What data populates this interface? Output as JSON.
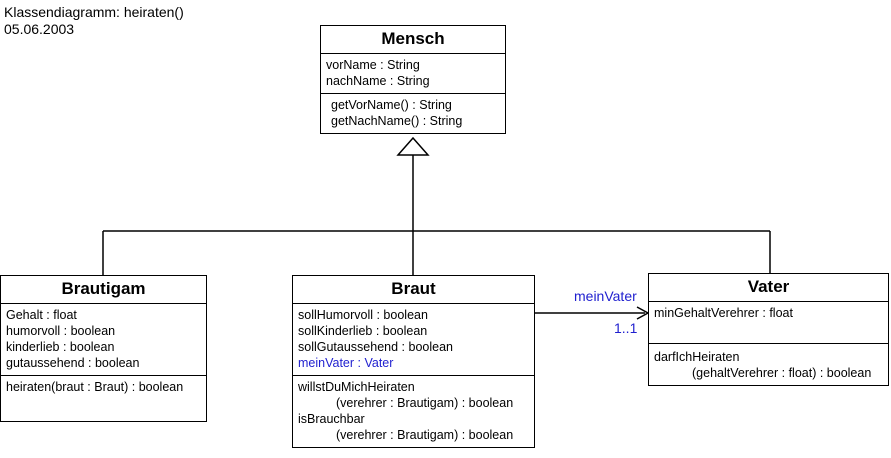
{
  "header": {
    "title": "Klassendiagramm: heiraten()",
    "date": "05.06.2003"
  },
  "mensch": {
    "name": "Mensch",
    "attributes": [
      "vorName : String",
      "nachName : String"
    ],
    "methods": [
      "getVorName() : String",
      "getNachName() : String"
    ]
  },
  "brautigam": {
    "name": "Brautigam",
    "attributes": [
      "Gehalt : float",
      "humorvoll : boolean",
      "kinderlieb : boolean",
      "gutaussehend : boolean"
    ],
    "methods": [
      "heiraten(braut : Braut) : boolean"
    ]
  },
  "braut": {
    "name": "Braut",
    "attributes": [
      "sollHumorvoll : boolean",
      "sollKinderlieb : boolean",
      "sollGutaussehend : boolean"
    ],
    "assoc_attribute": "meinVater : Vater",
    "methods": [
      "willstDuMichHeiraten",
      "(verehrer : Brautigam) : boolean",
      "isBrauchbar",
      "(verehrer : Brautigam) : boolean"
    ]
  },
  "vater": {
    "name": "Vater",
    "attributes": [
      "minGehaltVerehrer : float"
    ],
    "methods": [
      "darfIchHeiraten",
      "(gehaltVerehrer : float) : boolean"
    ]
  },
  "association": {
    "role": "meinVater",
    "multiplicity": "1..1",
    "color": "#1f1fcf"
  }
}
